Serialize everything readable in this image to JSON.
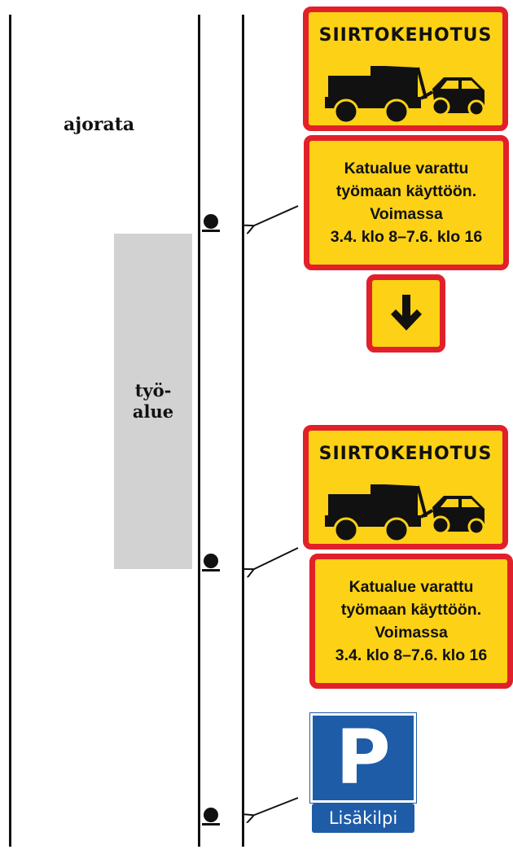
{
  "labels": {
    "road": "ajorata",
    "work_area": "työ-\nalue"
  },
  "signs": {
    "tow_title_1": "SIIRTOKEHOTUS",
    "tow_title_2": "SIIRTOKEHOTUS",
    "text_1": [
      "Katualue varattu",
      "työmaan käyttöön.",
      "Voimassa",
      "3.4. klo 8–7.6. klo 16"
    ],
    "text_2": [
      "Katualue varattu",
      "työmaan käyttöön.",
      "Voimassa",
      "3.4. klo 8–7.6. klo 16"
    ],
    "parking_letter": "P",
    "additional_plate": "Lisäkilpi"
  },
  "colors": {
    "sign_yellow": "#fcd116",
    "sign_red": "#e2202a",
    "parking_blue": "#1e5ca8",
    "work_area_gray": "#d2d2d2"
  },
  "icons": {
    "tow_truck": "tow-truck-icon",
    "down_arrow": "arrow-down-icon"
  }
}
